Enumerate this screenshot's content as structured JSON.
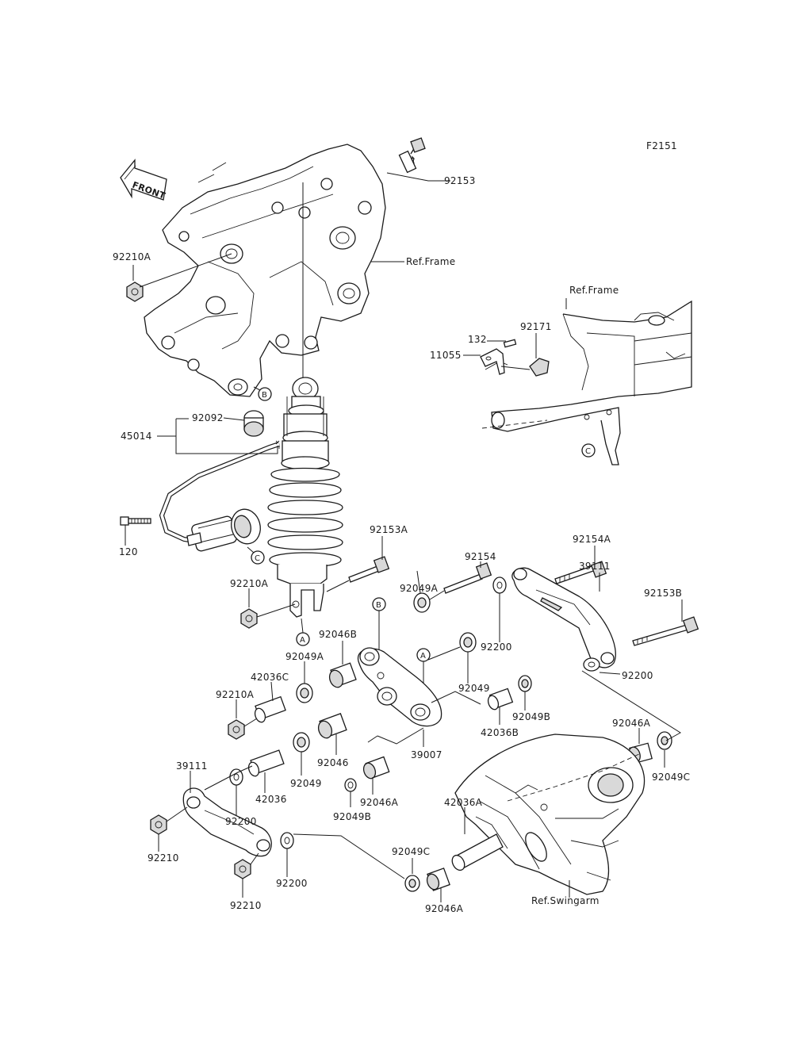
{
  "figure_code": "F2151",
  "direction_arrow": "FRONT",
  "refs": {
    "frame_1": "Ref.Frame",
    "frame_2": "Ref.Frame",
    "swingarm": "Ref.Swingarm"
  },
  "callouts": {
    "a1": "A",
    "a2": "A",
    "b1": "B",
    "b2": "B",
    "c1": "C",
    "c2": "C"
  },
  "parts": {
    "p92153": "92153",
    "p92210A_1": "92210A",
    "p92092": "92092",
    "p45014": "45014",
    "p120": "120",
    "p132": "132",
    "p92171": "92171",
    "p11055": "11055",
    "p92153A": "92153A",
    "p92154": "92154",
    "p92154A": "92154A",
    "p92153B": "92153B",
    "p39111_1": "39111",
    "p92210A_2": "92210A",
    "p92049A_1": "92049A",
    "p92046B": "92046B",
    "p92049A_2": "92049A",
    "p42036C": "42036C",
    "p92210A_3": "92210A",
    "p92200_1": "92200",
    "p92200_2": "92200",
    "p92049_1": "92049",
    "p92049B_1": "92049B",
    "p42036B": "42036B",
    "p39007": "39007",
    "p92046": "92046",
    "p92049_2": "92049",
    "p92046A_1": "92046A",
    "p92049C_1": "92049C",
    "p39111_2": "39111",
    "p42036": "42036",
    "p92200_3": "92200",
    "p92049B_2": "92049B",
    "p92046A_2": "92046A",
    "p42036A": "42036A",
    "p92210_1": "92210",
    "p92200_4": "92200",
    "p92049C_2": "92049C",
    "p92210_2": "92210",
    "p92046A_3": "92046A"
  }
}
